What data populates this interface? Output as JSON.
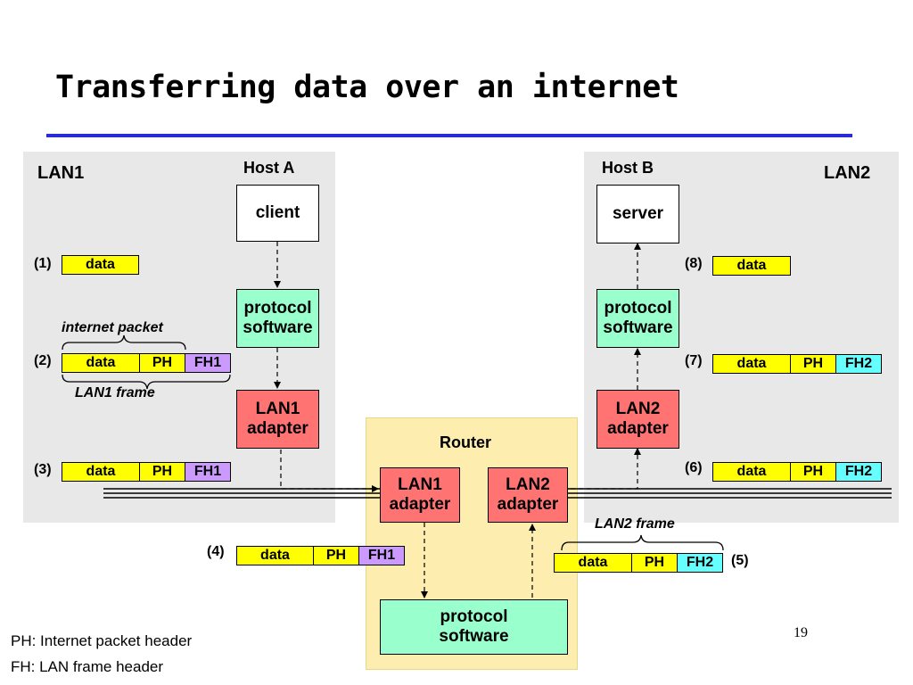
{
  "slide": {
    "title": "Transferring data over an internet",
    "page_number": "19"
  },
  "lan1": {
    "label": "LAN1",
    "host_label": "Host A",
    "app_box": "client",
    "protocol_box": [
      "protocol",
      "software"
    ],
    "adapter_box": [
      "LAN1",
      "adapter"
    ],
    "internet_packet_label": "internet packet",
    "frame_label": "LAN1 frame"
  },
  "lan2": {
    "label": "LAN2",
    "host_label": "Host B",
    "app_box": "server",
    "protocol_box": [
      "protocol",
      "software"
    ],
    "adapter_box": [
      "LAN2",
      "adapter"
    ],
    "frame_label": "LAN2 frame"
  },
  "router": {
    "label": "Router",
    "adapter1": [
      "LAN1",
      "adapter"
    ],
    "adapter2": [
      "LAN2",
      "adapter"
    ],
    "protocol_box": [
      "protocol",
      "software"
    ]
  },
  "steps": [
    {
      "num": "(1)",
      "segments": [
        "data"
      ]
    },
    {
      "num": "(2)",
      "segments": [
        "data",
        "PH",
        "FH1"
      ]
    },
    {
      "num": "(3)",
      "segments": [
        "data",
        "PH",
        "FH1"
      ]
    },
    {
      "num": "(4)",
      "segments": [
        "data",
        "PH",
        "FH1"
      ]
    },
    {
      "num": "(5)",
      "segments": [
        "data",
        "PH",
        "FH2"
      ]
    },
    {
      "num": "(6)",
      "segments": [
        "data",
        "PH",
        "FH2"
      ]
    },
    {
      "num": "(7)",
      "segments": [
        "data",
        "PH",
        "FH2"
      ]
    },
    {
      "num": "(8)",
      "segments": [
        "data"
      ]
    }
  ],
  "legend": {
    "ph": "PH: Internet packet header",
    "fh": "FH: LAN frame header"
  },
  "colors": {
    "title_rule": "#2b2bd6",
    "lan_panel": "#e8e8e8",
    "router_panel": "#fdeeb0",
    "data_segment": "#ffff00",
    "fh1_segment": "#cc99ff",
    "fh2_segment": "#66ffff",
    "protocol_box": "#99ffcc",
    "adapter_box": "#ff7373"
  }
}
